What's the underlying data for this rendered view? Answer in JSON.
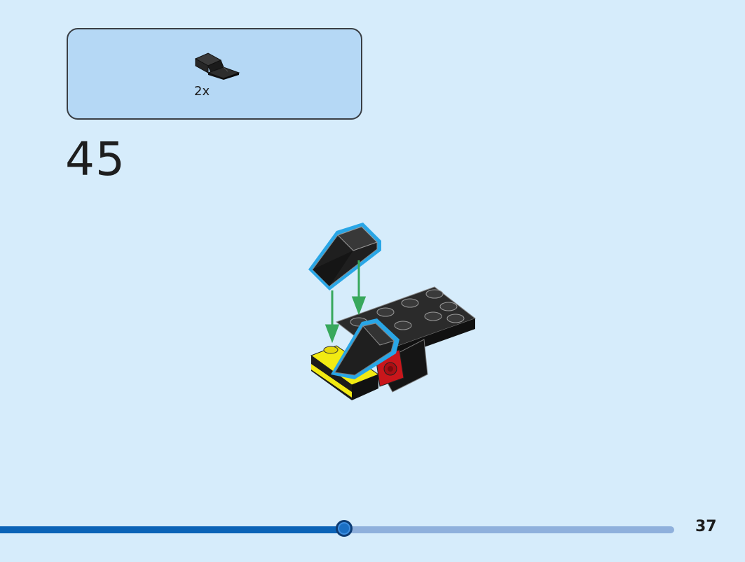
{
  "parts_callout": {
    "part_icon": "black-slope-brick-icon",
    "quantity": "2x"
  },
  "step": {
    "number": "45"
  },
  "assembly": {
    "image": "build-step-illustration"
  },
  "progress": {
    "fraction": 0.51
  },
  "page": {
    "number": "37"
  },
  "colors": {
    "background": "#d6ecfb",
    "callout_fill": "#b5d8f5",
    "highlight_outline": "#29a6e6",
    "arrow": "#38a85c",
    "progress_fill": "#0b63b7",
    "progress_track": "#8fb0dc"
  }
}
